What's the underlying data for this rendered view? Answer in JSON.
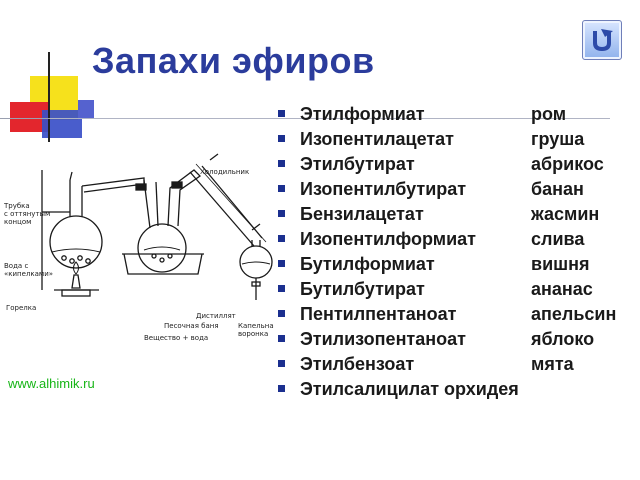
{
  "slide": {
    "title": "Запахи эфиров",
    "website": "www.alhimik.ru",
    "nav": {
      "back_icon": "return-arrow-icon"
    },
    "colors": {
      "title": "#2b3c9c",
      "bullet": "#1b2f8f",
      "website": "#17b517",
      "deco_yellow": "#f6e11c",
      "deco_red": "#e3262d",
      "deco_blue": "#3a4fc8"
    }
  },
  "esters": [
    {
      "name": "Этилформиат",
      "smell": "ром"
    },
    {
      "name": "Изопентилацетат",
      "smell": "груша"
    },
    {
      "name": "Этилбутират",
      "smell": "абрикос"
    },
    {
      "name": "Изопентилбутират",
      "smell": "банан"
    },
    {
      "name": "Бензилацетат",
      "smell": "жасмин"
    },
    {
      "name": "Изопентилформиат",
      "smell": "слива"
    },
    {
      "name": "Бутилформиат",
      "smell": "вишня"
    },
    {
      "name": "Бутилбутират",
      "smell": "ананас"
    },
    {
      "name": "Пентилпентаноат",
      "smell": "апельсин"
    },
    {
      "name": "Этилизопентаноат",
      "smell": "яблоко"
    },
    {
      "name": "Этилбензоат",
      "smell": "мята"
    }
  ],
  "last_ester": {
    "text": "Этилсалицилат орхидея"
  },
  "apparatus_labels": {
    "tube": "Трубка с оттянутым концом",
    "water": "Вода с «кипелками»",
    "burner": "Горелка",
    "condenser": "Холодильник",
    "distillate": "Дистиллят",
    "sand_bath": "Песочная баня",
    "substance": "Вещество + вода",
    "funnel": "Капельная воронка"
  }
}
